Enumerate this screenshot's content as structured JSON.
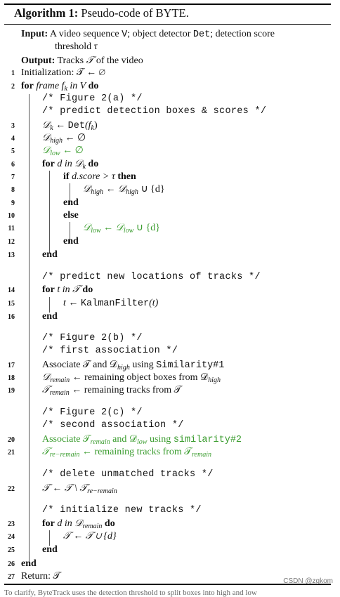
{
  "title": {
    "label": "Algorithm 1:",
    "text": "Pseudo-code of BYTE."
  },
  "input": {
    "label": "Input:",
    "text_a": "A video sequence ",
    "v": "V",
    "text_b": "; object detector ",
    "det": "Det",
    "text_c": "; detection score",
    "text_d": "threshold ",
    "tau": "τ"
  },
  "output": {
    "label": "Output:",
    "text": "Tracks ",
    "t": "𝒯",
    "rest": " of the video"
  },
  "lines": {
    "l1": {
      "num": "1",
      "text": "Initialization: 𝒯 ← ∅"
    },
    "l2": {
      "num": "2",
      "kw": "for",
      "text": " frame f",
      "sub": "k",
      "text2": " in V ",
      "kw2": "do"
    },
    "c1": "/* Figure 2(a) */",
    "c2": "/* predict detection boxes & scores */",
    "l3": {
      "num": "3",
      "text": "𝒟",
      "sub": "k",
      "text2": " ← ",
      "mono": "Det",
      "text3": "(f",
      "sub2": "k",
      "text4": ")"
    },
    "l4": {
      "num": "4",
      "text": "𝒟",
      "sub": "high",
      "text2": " ← ∅"
    },
    "l5": {
      "num": "5",
      "text": "𝒟",
      "sub": "low",
      "text2": " ← ∅"
    },
    "l6": {
      "num": "6",
      "kw": "for",
      "text": " d in 𝒟",
      "sub": "k",
      "kw2": " do"
    },
    "l7": {
      "num": "7",
      "kw": "if",
      "text": " d.score > τ ",
      "kw2": "then"
    },
    "l8": {
      "num": "8",
      "text": "𝒟",
      "sub": "high",
      "text2": " ← 𝒟",
      "sub2": "high",
      "text3": " ∪ {d}"
    },
    "l9": {
      "num": "9",
      "kw": "end"
    },
    "l10": {
      "num": "10",
      "kw": "else"
    },
    "l11": {
      "num": "11",
      "text": "𝒟",
      "sub": "low",
      "text2": " ← 𝒟",
      "sub2": "low",
      "text3": " ∪ {d}"
    },
    "l12": {
      "num": "12",
      "kw": "end"
    },
    "l13": {
      "num": "13",
      "kw": "end"
    },
    "c3": "/* predict new locations of tracks */",
    "l14": {
      "num": "14",
      "kw": "for",
      "text": " t in 𝒯 ",
      "kw2": "do"
    },
    "l15": {
      "num": "15",
      "text": "t ← ",
      "mono": "KalmanFilter",
      "text2": "(t)"
    },
    "l16": {
      "num": "16",
      "kw": "end"
    },
    "c4": "/* Figure 2(b) */",
    "c5": "/* first association */",
    "l17": {
      "num": "17",
      "text": "Associate 𝒯 and 𝒟",
      "sub": "high",
      "text2": " using ",
      "mono": "Similarity#1"
    },
    "l18": {
      "num": "18",
      "text": "𝒟",
      "sub": "remain",
      "text2": " ← remaining object boxes from 𝒟",
      "sub2": "high"
    },
    "l19": {
      "num": "19",
      "text": "𝒯",
      "sub": "remain",
      "text2": " ← remaining tracks from 𝒯"
    },
    "c6": "/* Figure 2(c) */",
    "c7": "/* second association */",
    "l20": {
      "num": "20",
      "text": "Associate 𝒯",
      "sub": "remain",
      "text2": " and 𝒟",
      "sub2": "low",
      "text3": " using ",
      "mono": "similarity#2"
    },
    "l21": {
      "num": "21",
      "text": "𝒯",
      "sub": "re−remain",
      "text2": " ← remaining tracks from 𝒯",
      "sub2": "remain"
    },
    "c8": "/* delete unmatched tracks */",
    "l22": {
      "num": "22",
      "text": "𝒯 ← 𝒯 \\ 𝒯",
      "sub": "re−remain"
    },
    "c9": "/* initialize new tracks */",
    "l23": {
      "num": "23",
      "kw": "for",
      "text": " d in 𝒟",
      "sub": "remain",
      "kw2": " do"
    },
    "l24": {
      "num": "24",
      "text": "𝒯 ← 𝒯 ∪ {d}"
    },
    "l25": {
      "num": "25",
      "kw": "end"
    },
    "l26": {
      "num": "26",
      "kw": "end"
    },
    "l27": {
      "num": "27",
      "text": "Return: 𝒯"
    }
  },
  "watermark": "CSDN @zgkom",
  "caption": "To clarify, ByteTrack uses the detection threshold to split boxes into high and low",
  "colors": {
    "highlight": "#3a9c2e"
  }
}
